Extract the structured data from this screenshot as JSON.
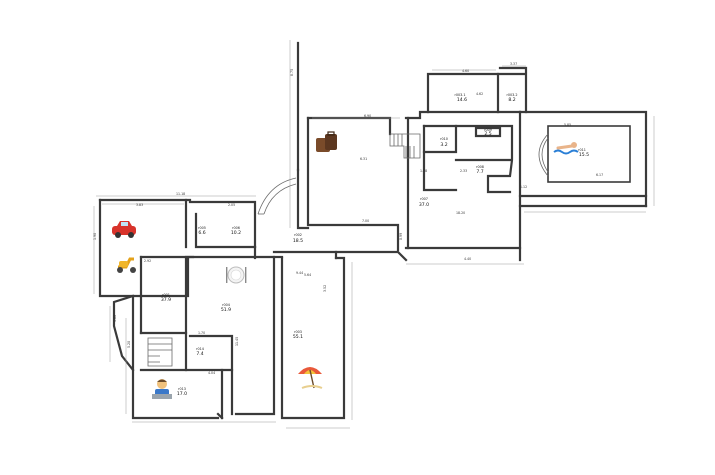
{
  "rooms": [
    {
      "id": "r1",
      "label": "r003.1",
      "area": "14.6"
    },
    {
      "id": "r2",
      "label": "r003.2",
      "area": "8.2"
    },
    {
      "id": "r3",
      "label": "r010",
      "area": "3.2"
    },
    {
      "id": "r4",
      "label": "r009",
      "area": "2.5"
    },
    {
      "id": "r5",
      "label": "r008",
      "area": "7.7"
    },
    {
      "id": "r6",
      "label": "r007",
      "area": "37.0"
    },
    {
      "id": "r7",
      "label": "r011",
      "area": "15.5"
    },
    {
      "id": "r8",
      "label": "r005",
      "area": "6.6"
    },
    {
      "id": "r9",
      "label": "r006",
      "area": "10.2"
    },
    {
      "id": "r10",
      "label": "r002",
      "area": "18.5"
    },
    {
      "id": "r11",
      "label": "r001",
      "area": "37.9"
    },
    {
      "id": "r12",
      "label": "r004",
      "area": "51.9"
    },
    {
      "id": "r13",
      "label": "r003",
      "area": "55.1"
    },
    {
      "id": "r14",
      "label": "r014",
      "area": "7.4"
    },
    {
      "id": "r15",
      "label": "r013",
      "area": "17.0"
    }
  ],
  "dimensions": [
    "4.62",
    "4.60",
    "3.37",
    "6.90",
    "8.75",
    "6.31",
    "5.85",
    "11.18",
    "3.83",
    "2.05",
    "1.90",
    "7.00",
    "5.64",
    "2.92",
    "6.60",
    "1.70",
    "4.04",
    "4.60",
    "5.20",
    "9.44",
    "11.45",
    "3.52",
    "6.17",
    "18.20",
    "1.98",
    "2.33",
    "1.12",
    "0.99",
    "4.40"
  ],
  "icons": [
    "car-icon",
    "scooter-icon",
    "dining-icon",
    "luggage-icon",
    "swimmer-icon",
    "beach-umbrella-icon",
    "office-worker-icon"
  ]
}
